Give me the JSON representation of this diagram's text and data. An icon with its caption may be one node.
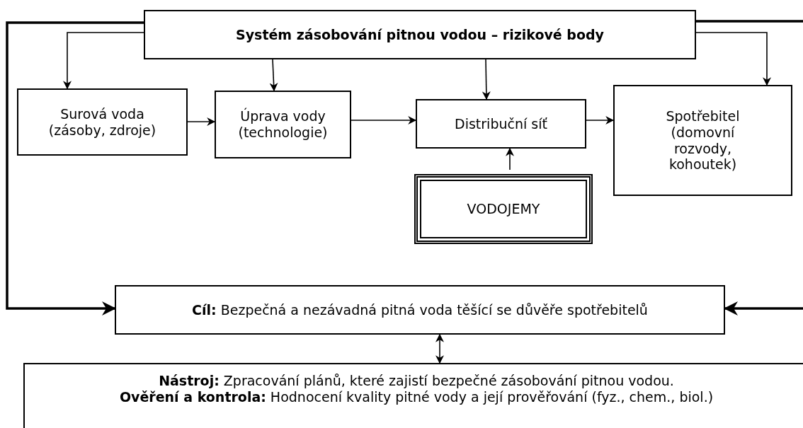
{
  "diagram": {
    "nodes": [
      {
        "text": [
          "Systém zásobování pitnou vodou – rizikové body"
        ]
      },
      {
        "text": [
          "Surová voda (zásoby, zdroje)"
        ]
      },
      {
        "text": [
          "Úprava vody (technologie)"
        ]
      },
      {
        "text": [
          "Distribuční síť"
        ]
      },
      {
        "text": [
          "Spotřebitel (domovní rozvody, kohoutek)"
        ]
      },
      {
        "text": [
          "VODOJEMY"
        ]
      },
      {
        "text": [
          "**Cíl:** Bezpečná a nezávadná pitná voda těšící se důvěře spotřebitelů"
        ]
      },
      {
        "text": [
          "**Nástroj:** Zpracování plánů, které zajistí bezpečné zásobování pitnou vodou.",
          "**Ověření a kontrola:** Hodnocení kvality pitné vody a její prověřování (fyz., chem., biol.)"
        ]
      }
    ],
    "edges": [
      {
        "from": 0,
        "to": 1,
        "arrow": "to"
      },
      {
        "from": 0,
        "to": 2,
        "arrow": "to"
      },
      {
        "from": 0,
        "to": 3,
        "arrow": "to"
      },
      {
        "from": 0,
        "to": 4,
        "arrow": "to"
      },
      {
        "from": 1,
        "to": 2,
        "arrow": "to"
      },
      {
        "from": 2,
        "to": 3,
        "arrow": "to"
      },
      {
        "from": 3,
        "to": 4,
        "arrow": "to"
      },
      {
        "from": 5,
        "to": 3,
        "arrow": "to"
      },
      {
        "from": 0,
        "to": 6,
        "arrow": "to",
        "style": "thick"
      },
      {
        "from": 0,
        "to": null,
        "arrow": "none",
        "style": "thick"
      },
      {
        "from": null,
        "to": 6,
        "arrow": "to",
        "style": "thick"
      },
      {
        "from": 6,
        "to": 7,
        "arrow": "both"
      }
    ]
  }
}
